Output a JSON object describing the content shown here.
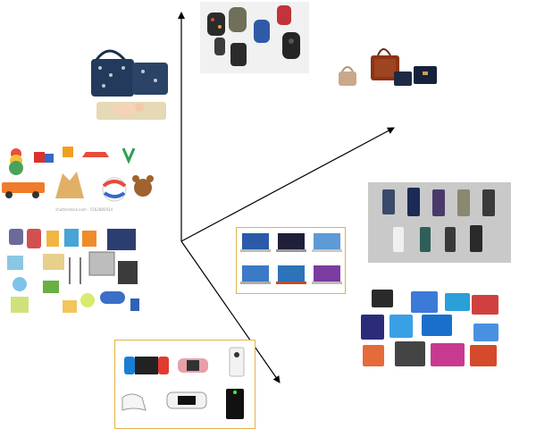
{
  "diagram": {
    "center_label": "",
    "categories": [
      {
        "id": "backpacks",
        "icon": "backpacks-photo"
      },
      {
        "id": "handbags",
        "icon": "handbags-photo"
      },
      {
        "id": "diaper-bags",
        "icon": "diaper-bags-photo"
      },
      {
        "id": "toys",
        "icon": "toys-collage"
      },
      {
        "id": "baby-gear",
        "icon": "baby-gear-collage"
      },
      {
        "id": "smartphones",
        "icon": "smartphones-photo"
      },
      {
        "id": "laptops",
        "icon": "laptops-grid"
      },
      {
        "id": "tablets",
        "icon": "tablets-collage"
      },
      {
        "id": "game-consoles",
        "icon": "game-consoles-grid"
      }
    ],
    "toys_watermark": "shutterstock.com · 1562885924",
    "colors": {
      "frame": "#e3b24a",
      "arrow": "#000000",
      "phone_panel": "#c9c9c9"
    }
  }
}
